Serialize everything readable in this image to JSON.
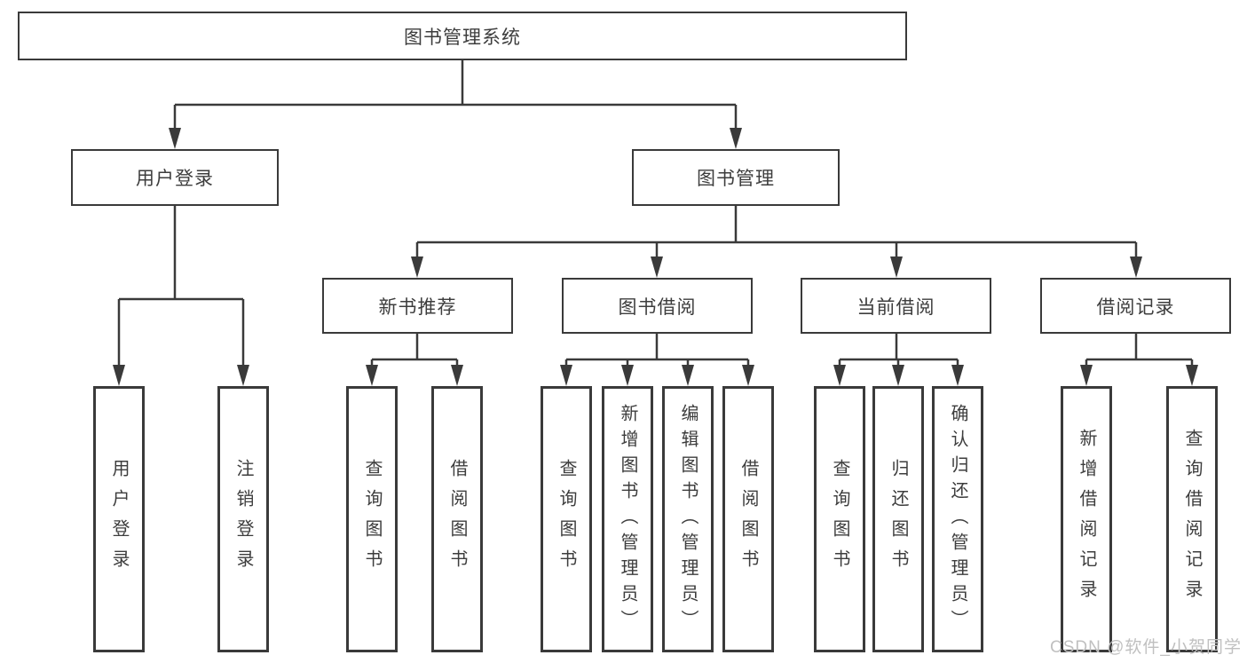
{
  "tree": {
    "root": "图书管理系统",
    "branches": [
      {
        "label": "用户登录",
        "children": [
          "用户登录",
          "注销登录"
        ]
      },
      {
        "label": "图书管理",
        "sections": [
          {
            "label": "新书推荐",
            "children": [
              "查询图书",
              "借阅图书"
            ]
          },
          {
            "label": "图书借阅",
            "children": [
              "查询图书",
              "新增图书（管理员）",
              "编辑图书（管理员）",
              "借阅图书"
            ]
          },
          {
            "label": "当前借阅",
            "children": [
              "查询图书",
              "归还图书",
              "确认归还（管理员）"
            ]
          },
          {
            "label": "借阅记录",
            "children": [
              "新增借阅记录",
              "查询借阅记录"
            ]
          }
        ]
      }
    ]
  },
  "watermark": {
    "text": "CSDN @软件_小贺同学"
  },
  "colors": {
    "line": "#3a3a3a",
    "text": "#3d3d3d",
    "watermark": "#c0c0c0",
    "background": "#ffffff"
  }
}
